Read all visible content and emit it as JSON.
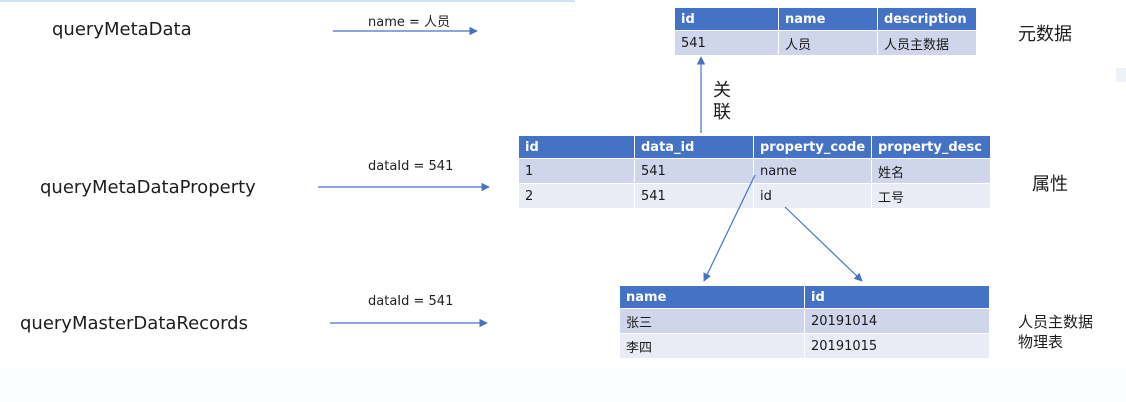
{
  "methods": [
    {
      "name": "queryMetaData",
      "param": "name = 人员"
    },
    {
      "name": "queryMetaDataProperty",
      "param": "dataId = 541"
    },
    {
      "name": "queryMasterDataRecords",
      "param": "dataId = 541"
    }
  ],
  "labels": {
    "metadata": "元数据",
    "property": "属性",
    "physical_line1": "人员主数据",
    "physical_line2": "物理表",
    "relation_line1": "关",
    "relation_line2": "联"
  },
  "meta_table": {
    "headers": [
      "id",
      "name",
      "description"
    ],
    "rows": [
      [
        "541",
        "人员",
        "人员主数据"
      ]
    ]
  },
  "property_table": {
    "headers": [
      "id",
      "data_id",
      "property_code",
      "property_desc"
    ],
    "rows": [
      [
        "1",
        "541",
        "name",
        "姓名"
      ],
      [
        "2",
        "541",
        "id",
        "工号"
      ]
    ]
  },
  "records_table": {
    "headers": [
      "name",
      "id"
    ],
    "rows": [
      [
        "张三",
        "20191014"
      ],
      [
        "李四",
        "20191015"
      ]
    ]
  },
  "colors": {
    "header": "#4472c4",
    "row_dark": "#cfd5ea",
    "row_light": "#e9ebf5",
    "arrow": "#4472c4"
  }
}
